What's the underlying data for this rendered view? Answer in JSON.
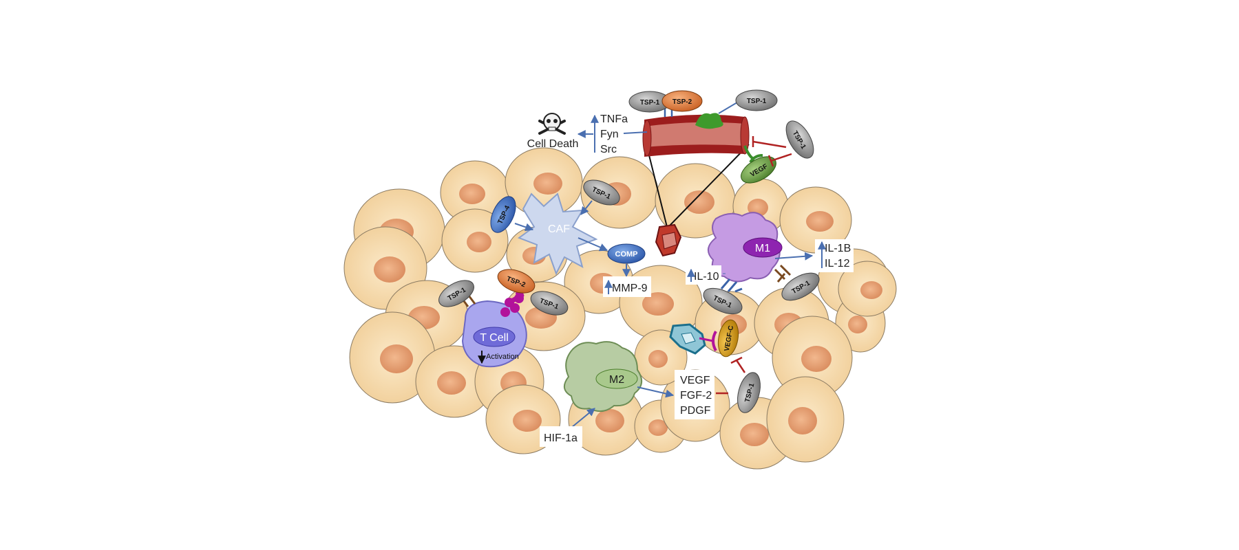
{
  "vessel_panel": {
    "tsp1_a": "TSP-1",
    "tsp2": "TSP-2",
    "tsp1_b": "TSP-1",
    "tsp1_c": "TSP-1",
    "vegf": "VEGF",
    "signals": [
      "TNFa",
      "Fyn",
      "Src"
    ],
    "cell_death": "Cell Death"
  },
  "caf_panel": {
    "tsp4": "TSP-4",
    "tsp1": "TSP-1",
    "caf": "CAF",
    "comp": "COMP",
    "mmp9": "MMP-9"
  },
  "tcell_panel": {
    "tsp1_a": "TSP-1",
    "tsp2": "TSP-2",
    "tsp1_b": "TSP-1",
    "tcell": "T Cell",
    "activation": "Activation"
  },
  "m1_panel": {
    "m1": "M1",
    "outputs": [
      "IL-1B",
      "IL-12"
    ],
    "il10": "IL-10",
    "tsp1_a": "TSP-1",
    "tsp1_b": "TSP-1"
  },
  "lymph_panel": {
    "vegfc": "VEGF-C",
    "tsp1": "TSP-1"
  },
  "m2_panel": {
    "m2": "M2",
    "outputs": [
      "VEGF",
      "FGF-2",
      "PDGF"
    ],
    "hif": "HIF-1a"
  },
  "colors": {
    "tumor_cell": "#f6dcb0",
    "nucleus": "#e9a67a",
    "vessel": "#c9413a",
    "tsp1": "#8e8e8e",
    "tsp2": "#e07a3a",
    "tsp4": "#3f6fc1",
    "m1": "#c59be3",
    "m2": "#b7cca3",
    "caf": "#cdd8ee",
    "tcell": "#a9a6ee",
    "comp": "#4f8fdc",
    "vegf": "#6e9b45",
    "vegfc": "#d7960f",
    "arrow": "#4a6fb0",
    "inhibit": "#b02222"
  },
  "icons": [
    "skull-crossbones-icon"
  ]
}
